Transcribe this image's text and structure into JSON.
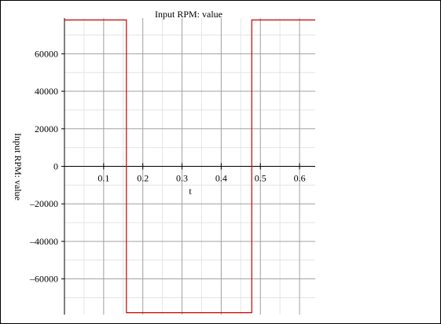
{
  "chart_data": {
    "type": "line",
    "title": "Input RPM: value",
    "xlabel": "t",
    "ylabel": "Input RPM: value",
    "xlim": [
      0,
      0.64
    ],
    "ylim": [
      -79000,
      79000
    ],
    "x_ticks": [
      0.1,
      0.2,
      0.3,
      0.4,
      0.5,
      0.6
    ],
    "x_tick_labels": [
      "0.1",
      "0.2",
      "0.3",
      "0.4",
      "0.5",
      "0.6"
    ],
    "y_ticks": [
      -60000,
      -40000,
      -20000,
      0,
      20000,
      40000,
      60000
    ],
    "y_tick_labels": [
      "–60000",
      "–40000",
      "–20000",
      "0",
      "20000",
      "40000",
      "60000"
    ],
    "grid": true,
    "series": [
      {
        "color": "#cc0000",
        "x": [
          0,
          0.158,
          0.158,
          0.478,
          0.478,
          0.64
        ],
        "y": [
          78000,
          78000,
          -78000,
          -78000,
          78000,
          78000
        ]
      }
    ]
  }
}
